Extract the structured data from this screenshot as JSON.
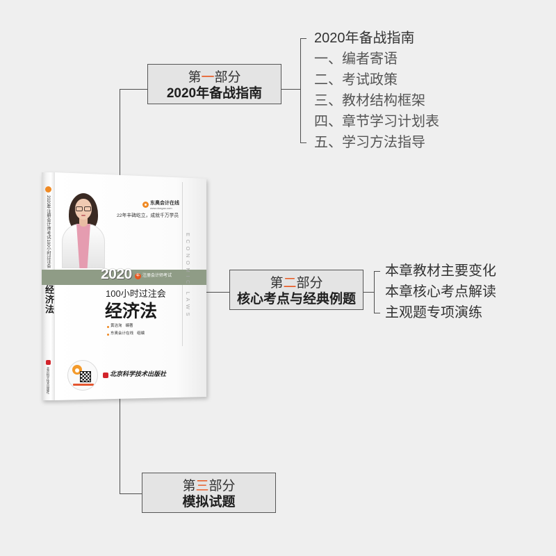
{
  "colors": {
    "background": "#efefef",
    "line": "#4d4d4d",
    "box_fill": "#e4e4e4",
    "box_border": "#555555",
    "highlight": "#e8561e",
    "cover_band": "#8f9c86",
    "brand_orange": "#f08a24",
    "publisher_red": "#d2232a"
  },
  "parts": [
    {
      "prefix": "第",
      "number": "一",
      "suffix": "部分",
      "title": "2020年备战指南",
      "items": [
        "2020年备战指南",
        "一、编者寄语",
        "二、考试政策",
        "三、教材结构框架",
        "四、章节学习计划表",
        "五、学习方法指导"
      ]
    },
    {
      "prefix": "第",
      "number": "二",
      "suffix": "部分",
      "title": "核心考点与经典例题",
      "items": [
        "本章教材主要变化",
        "本章核心考点解读",
        "主观题专项演练"
      ]
    },
    {
      "prefix": "第",
      "number": "三",
      "suffix": "部分",
      "title": "模拟试题"
    }
  ],
  "book": {
    "brand_name": "东奥会计在线",
    "brand_url": "www.dongao.com",
    "slogan": "22年丰碑屹立，成就千万学员",
    "year": "2020",
    "year_unit": "年",
    "exam": "注册会计师考试",
    "series": "100小时过注会",
    "title": "经济法",
    "title_en": "ECONOMIC LAWS",
    "author": "黄洁洵",
    "author_role": "编著",
    "editor": "东奥会计在线",
    "editor_role": "组编",
    "publisher": "北京科学技术出版社",
    "spine_series": "2020年注册会计师考试100小时过注会",
    "spine_title": "经济法",
    "spine_publisher": "北京科学技术出版社"
  }
}
